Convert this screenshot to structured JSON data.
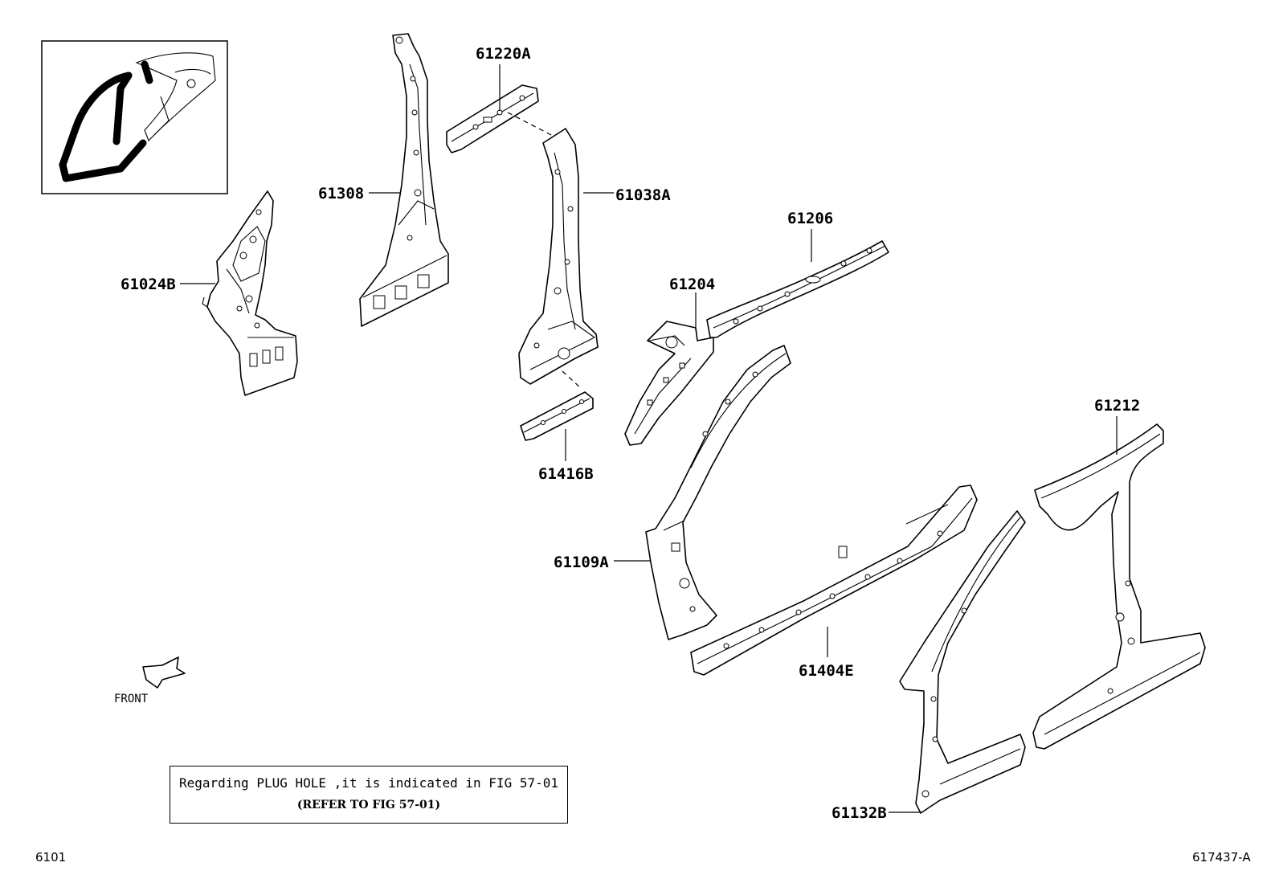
{
  "labels": {
    "p61220A": "61220A",
    "p61308": "61308",
    "p61038A": "61038A",
    "p61206": "61206",
    "p61024B": "61024B",
    "p61204": "61204",
    "p61416B": "61416B",
    "p61212": "61212",
    "p61109A": "61109A",
    "p61404E": "61404E",
    "p61132B": "61132B"
  },
  "orientation": {
    "front_label": "FRONT"
  },
  "note": {
    "line1": "Regarding PLUG HOLE ,it is indicated in FIG 57-01",
    "line2": "(REFER TO FIG 57-01)"
  },
  "footer": {
    "figure_code": "6101",
    "drawing_id": "617437-A"
  }
}
